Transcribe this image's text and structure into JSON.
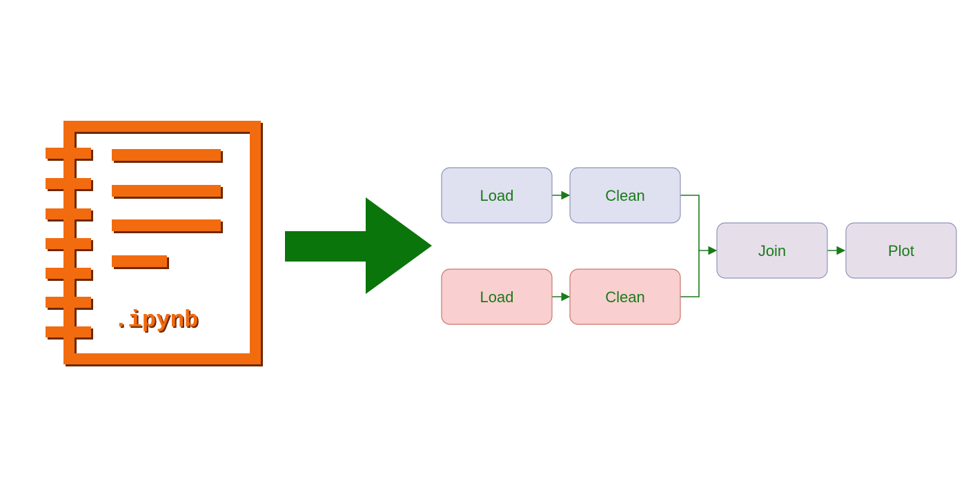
{
  "notebook": {
    "extension": ".ipynb",
    "icon": "notebook-icon",
    "color": "#f26b0f",
    "shadow_color": "#6b2a05"
  },
  "arrow": {
    "icon": "right-arrow-icon",
    "color": "#0a750a"
  },
  "pipeline": {
    "nodes": {
      "load_a": "Load",
      "clean_a": "Clean",
      "load_b": "Load",
      "clean_b": "Clean",
      "join": "Join",
      "plot": "Plot"
    },
    "colors": {
      "branch_a_fill": "#dfe0f0",
      "branch_a_stroke": "#8f93b8",
      "branch_b_fill": "#f9cfcf",
      "branch_b_stroke": "#c9776b",
      "merge_fill": "#e6dfea",
      "merge_stroke": "#8f93b8",
      "label": "#1a7a1a",
      "edge": "#1a7a1a"
    }
  }
}
